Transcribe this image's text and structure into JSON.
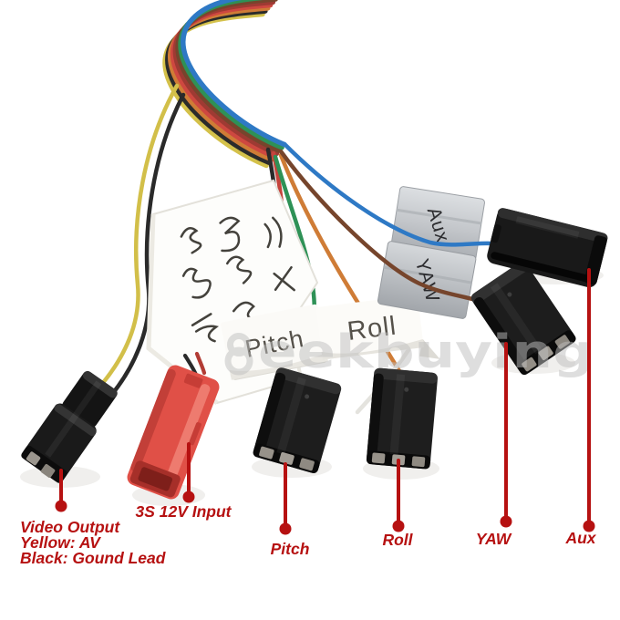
{
  "page": {
    "type": "product-photo",
    "description": "Wiring harness of an FPV flight controller: rainbow ribbon cable breaking out to six labeled plugs on a white background",
    "background_color": "#ffffff"
  },
  "watermark": {
    "text": "eekbuying",
    "logo": "double-circle-8-logo",
    "color": "#bfbfbf"
  },
  "cable": {
    "ribbon_colors": [
      "#d4c14a",
      "#2b2b2b",
      "#cf7c36",
      "#ce4840",
      "#9e3a33",
      "#76452c",
      "#2e9156",
      "#2e79c5"
    ],
    "wire_colors": {
      "yellow": "#d2bf49",
      "black": "#2a2a2a",
      "red": "#c4443c",
      "dark_red": "#b23c34",
      "green": "#2e9156",
      "orange": "#cf7c36",
      "brown": "#76452c",
      "blue": "#2e79c5",
      "white": "#e4e3de"
    }
  },
  "handwritten_tag": {
    "description": "white paper tag with illegible handwritten Chinese characters"
  },
  "tape_labels": {
    "pitch": {
      "text": "Pitch",
      "tape_color": "#fbfaf7",
      "text_color": "#55514a"
    },
    "roll": {
      "text": "Roll",
      "tape_color": "#fcfbf8",
      "text_color": "#55514a"
    },
    "aux": {
      "text": "Aux",
      "tape_color": "#c9ccd0",
      "text_color": "#2b2b2e"
    },
    "yaw": {
      "text": "YAW",
      "tape_color": "#c4c7cb",
      "text_color": "#2b2b2e"
    }
  },
  "connectors": [
    {
      "name": "video-output-connector",
      "type": "2-pin plug",
      "color": "black"
    },
    {
      "name": "power-input-connector",
      "type": "JST plug",
      "color": "red"
    },
    {
      "name": "pitch-connector",
      "type": "3-pin servo plug",
      "color": "black"
    },
    {
      "name": "roll-connector",
      "type": "3-pin servo plug",
      "color": "black"
    },
    {
      "name": "yaw-connector",
      "type": "3-pin servo plug",
      "color": "black"
    },
    {
      "name": "aux-connector",
      "type": "3-pin servo plug",
      "color": "black"
    }
  ],
  "annotations": {
    "color": "#b61111",
    "video_output": {
      "lines": [
        "Video Output",
        "Yellow: AV",
        "Black: Gound Lead"
      ]
    },
    "power": {
      "label": "3S 12V Input"
    },
    "pitch": {
      "label": "Pitch"
    },
    "roll": {
      "label": "Roll"
    },
    "yaw": {
      "label": "YAW"
    },
    "aux": {
      "label": "Aux"
    }
  }
}
